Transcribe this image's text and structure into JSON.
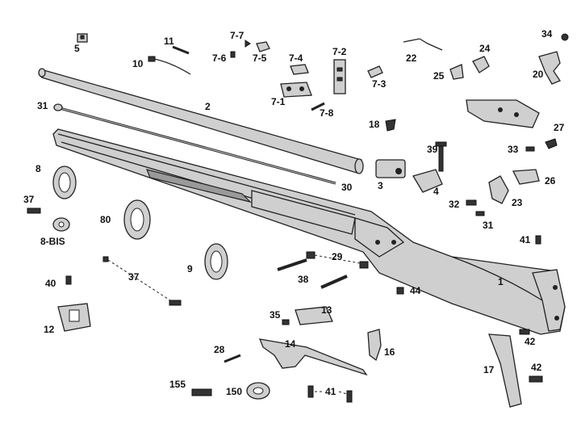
{
  "diagram": {
    "labels": {
      "p1": "1",
      "p2": "2",
      "p3": "3",
      "p4": "4",
      "p5": "5",
      "p7_1": "7-1",
      "p7_2": "7-2",
      "p7_3": "7-3",
      "p7_4": "7-4",
      "p7_5": "7-5",
      "p7_6": "7-6",
      "p7_7": "7-7",
      "p7_8": "7-8",
      "p8": "8",
      "p8bis": "8-BIS",
      "p9": "9",
      "p10": "10",
      "p11": "11",
      "p12": "12",
      "p13": "13",
      "p14": "14",
      "p16": "16",
      "p17": "17",
      "p18": "18",
      "p20": "20",
      "p22": "22",
      "p23": "23",
      "p24": "24",
      "p25": "25",
      "p26": "26",
      "p27": "27",
      "p28": "28",
      "p29": "29",
      "p30": "30",
      "p31a": "31",
      "p31b": "31",
      "p32": "32",
      "p33": "33",
      "p34": "34",
      "p35": "35",
      "p37a": "37",
      "p37b": "37",
      "p38": "38",
      "p39": "39",
      "p40": "40",
      "p41a": "41",
      "p41b": "41",
      "p42a": "42",
      "p42b": "42",
      "p44": "44",
      "p80": "80",
      "p150": "150",
      "p155": "155"
    }
  }
}
